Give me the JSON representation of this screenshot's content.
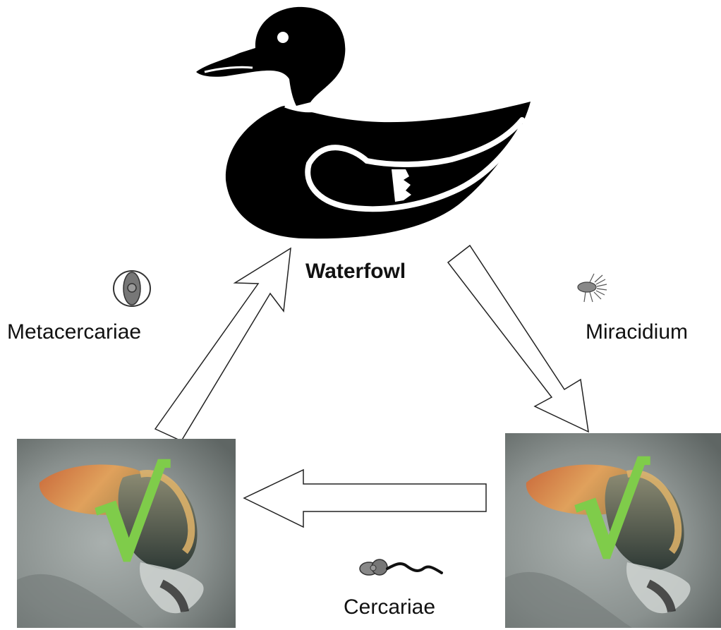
{
  "diagram": {
    "host_label": "Waterfowl",
    "stage_labels": {
      "metacercariae": "Metacercariae",
      "miracidium": "Miracidium",
      "cercariae": "Cercariae"
    },
    "check_mark": "√",
    "colors": {
      "duck": "#000000",
      "arrow_outline": "#222222",
      "check_mark": "#7fcc4a",
      "snail_shell": "#d9863f",
      "photo_background": "#8e9593"
    },
    "icons": {
      "host": "duck-icon",
      "metacercariae": "metacercariae-cyst-icon",
      "miracidium": "miracidium-icon",
      "cercariae": "cercariae-icon",
      "snail": "snail-photo"
    }
  }
}
